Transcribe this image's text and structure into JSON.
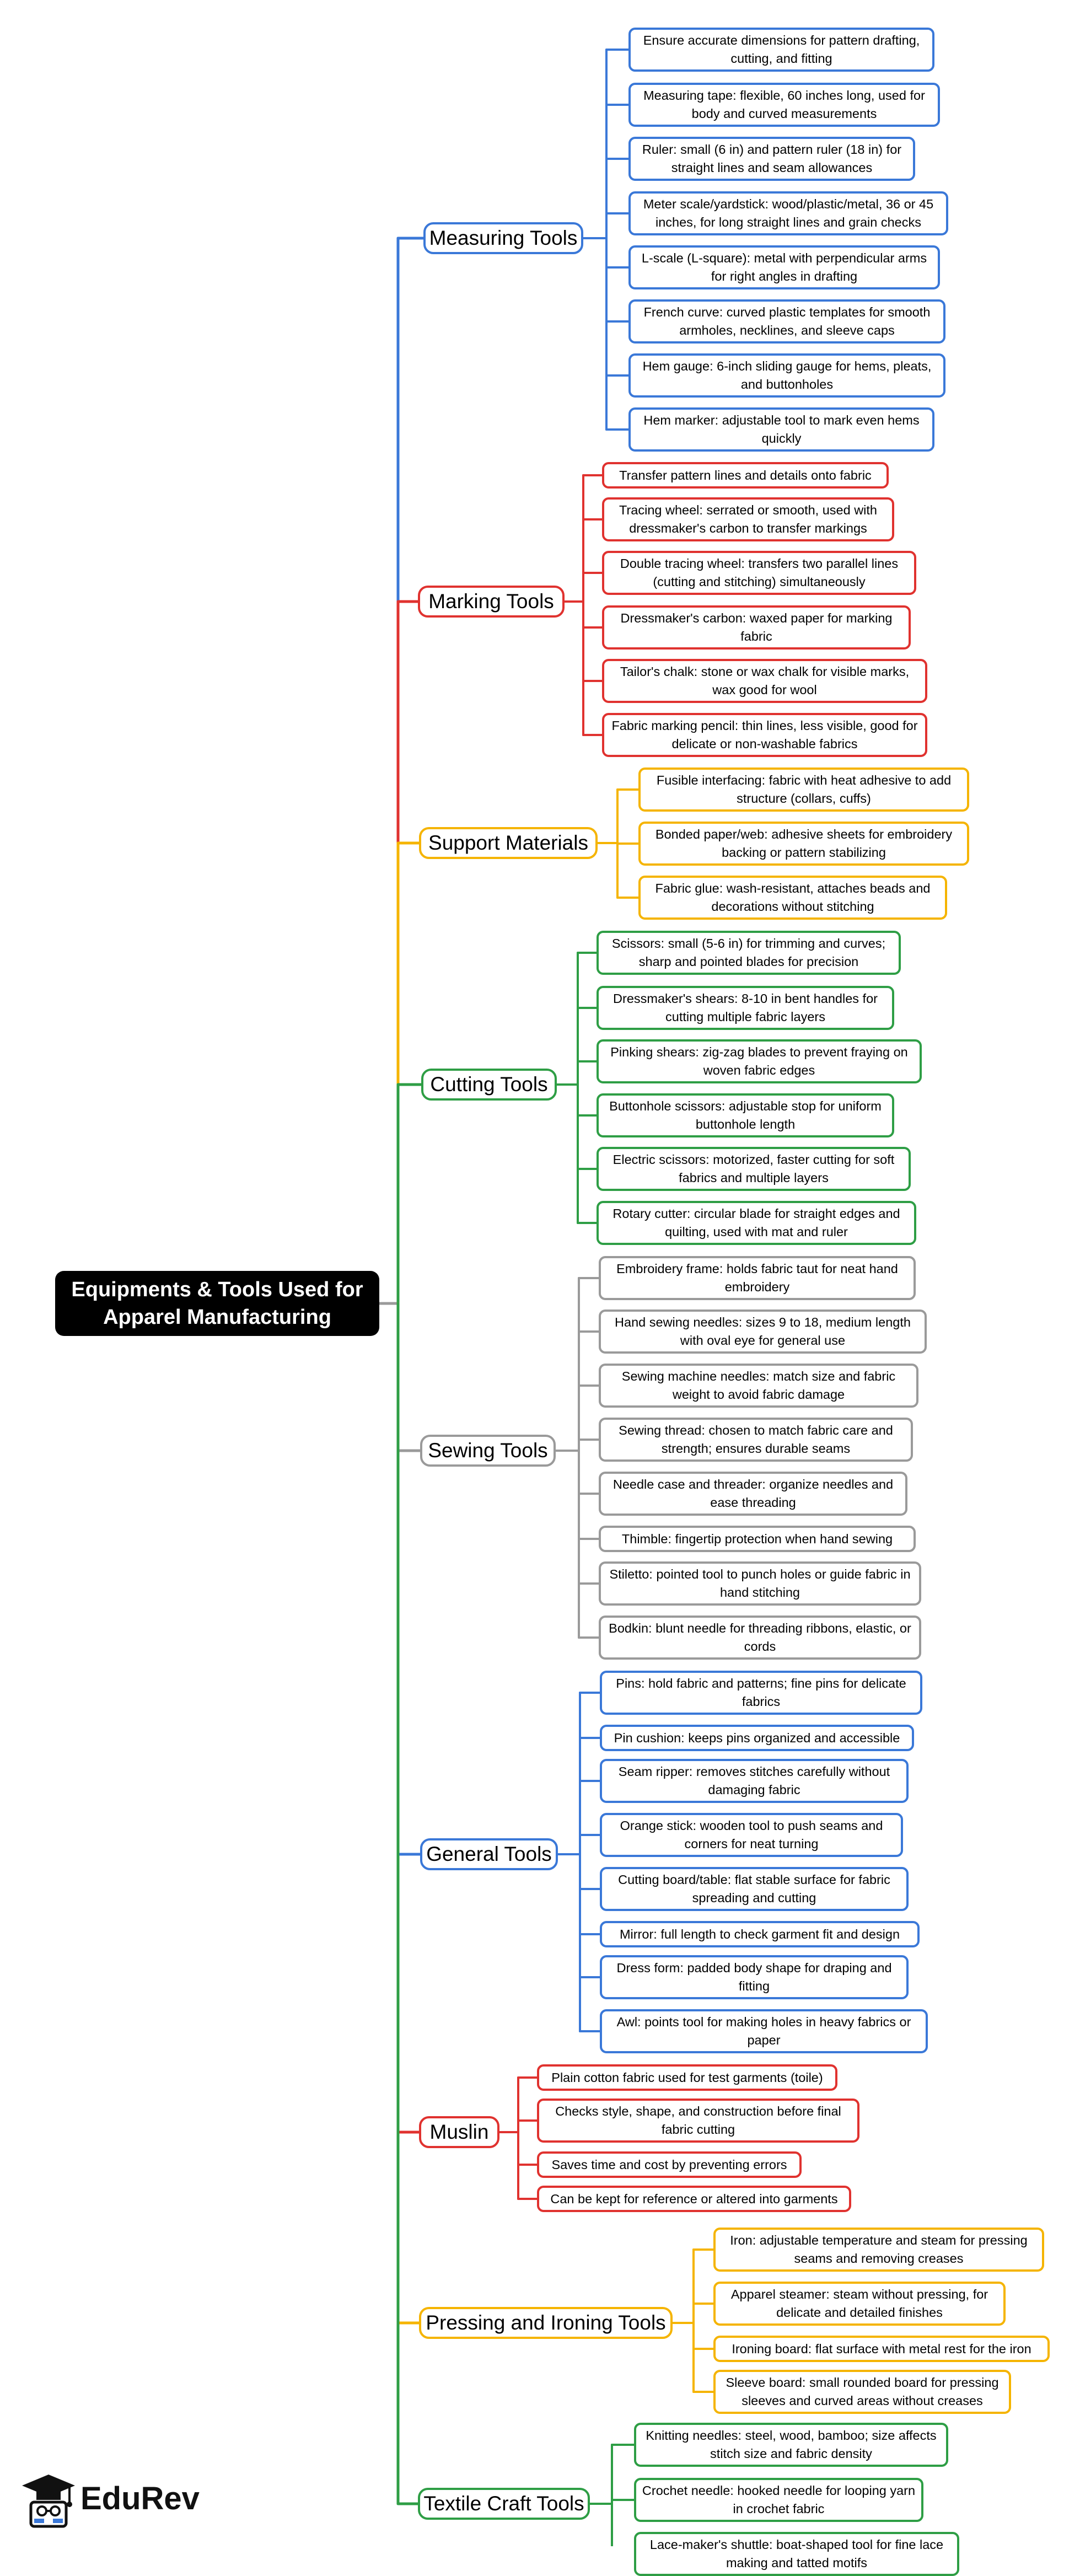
{
  "title": "Equipments & Tools Used for Apparel Manufacturing",
  "brand": {
    "name": "EduRev",
    "icon": "graduation-cap-icon"
  },
  "colors": {
    "blue": "#3a78d8",
    "red": "#e0322f",
    "orange": "#f5b400",
    "green": "#2e9e45",
    "gray": "#9a9a9a"
  },
  "branches": [
    {
      "label": "Measuring Tools",
      "color": "blue",
      "items": [
        "Ensure accurate dimensions for pattern drafting, cutting, and fitting",
        "Measuring tape: flexible, 60 inches long, used for body and curved measurements",
        "Ruler: small (6 in) and pattern ruler (18 in) for straight lines and seam allowances",
        "Meter scale/yardstick: wood/plastic/metal, 36 or 45 inches, for long straight lines and grain checks",
        "L-scale (L-square): metal with perpendicular arms for right angles in drafting",
        "French curve: curved plastic templates for smooth armholes, necklines, and sleeve caps",
        "Hem gauge: 6-inch sliding gauge for hems, pleats, and buttonholes",
        "Hem marker: adjustable tool to mark even hems quickly"
      ]
    },
    {
      "label": "Marking Tools",
      "color": "red",
      "items": [
        "Transfer pattern lines and details onto fabric",
        "Tracing wheel: serrated or smooth, used with dressmaker's carbon to transfer markings",
        "Double tracing wheel: transfers two parallel lines (cutting and stitching) simultaneously",
        "Dressmaker's carbon: waxed paper for marking fabric",
        "Tailor's chalk: stone or wax chalk for visible marks, wax good for wool",
        "Fabric marking pencil: thin lines, less visible, good for delicate or non-washable fabrics"
      ]
    },
    {
      "label": "Support Materials",
      "color": "orange",
      "items": [
        "Fusible interfacing: fabric with heat adhesive to add structure (collars, cuffs)",
        "Bonded paper/web: adhesive sheets for embroidery backing or pattern stabilizing",
        "Fabric glue: wash-resistant, attaches beads and decorations without stitching"
      ]
    },
    {
      "label": "Cutting Tools",
      "color": "green",
      "items": [
        "Scissors: small (5-6 in) for trimming and curves; sharp and pointed blades for precision",
        "Dressmaker's shears: 8-10 in bent handles for cutting multiple fabric layers",
        "Pinking shears: zig-zag blades to prevent fraying on woven fabric edges",
        "Buttonhole scissors: adjustable stop for uniform buttonhole length",
        "Electric scissors: motorized, faster cutting for soft fabrics and multiple layers",
        "Rotary cutter: circular blade for straight edges and quilting, used with mat and ruler"
      ]
    },
    {
      "label": "Sewing Tools",
      "color": "gray",
      "items": [
        "Embroidery frame: holds fabric taut for neat hand embroidery",
        "Hand sewing needles: sizes 9 to 18, medium length with oval eye for general use",
        "Sewing machine needles: match size and fabric weight to avoid fabric damage",
        "Sewing thread: chosen to match fabric care and strength; ensures durable seams",
        "Needle case and threader: organize needles and ease threading",
        "Thimble: fingertip protection when hand sewing",
        "Stiletto: pointed tool to punch holes or guide fabric in hand stitching",
        "Bodkin: blunt needle for threading ribbons, elastic, or cords"
      ]
    },
    {
      "label": "General Tools",
      "color": "blue",
      "items": [
        "Pins: hold fabric and patterns; fine pins for delicate fabrics",
        "Pin cushion: keeps pins organized and accessible",
        "Seam ripper: removes stitches carefully without damaging fabric",
        "Orange stick: wooden tool to push seams and corners for neat turning",
        "Cutting board/table: flat stable surface for fabric spreading and cutting",
        "Mirror: full length to check garment fit and design",
        "Dress form: padded body shape for draping and fitting",
        "Awl: points tool for making holes in heavy fabrics or paper"
      ]
    },
    {
      "label": "Muslin",
      "color": "red",
      "items": [
        "Plain cotton fabric used for test garments (toile)",
        "Checks style, shape, and construction before final fabric cutting",
        "Saves time and cost by preventing errors",
        "Can be kept for reference or altered into garments"
      ]
    },
    {
      "label": "Pressing and Ironing Tools",
      "color": "orange",
      "items": [
        "Iron: adjustable temperature and steam for pressing seams and removing creases",
        "Apparel steamer: steam without pressing, for delicate and detailed finishes",
        "Ironing board: flat surface with metal rest for the iron",
        "Sleeve board: small rounded board for pressing sleeves and curved areas without creases"
      ]
    },
    {
      "label": "Textile Craft Tools",
      "color": "green",
      "items": [
        "Knitting needles: steel, wood, bamboo; size affects stitch size and fabric density",
        "Crochet needle: hooked needle for looping yarn in crochet fabric",
        "Lace-maker's shuttle: boat-shaped tool for fine lace making and tatted motifs"
      ]
    }
  ]
}
